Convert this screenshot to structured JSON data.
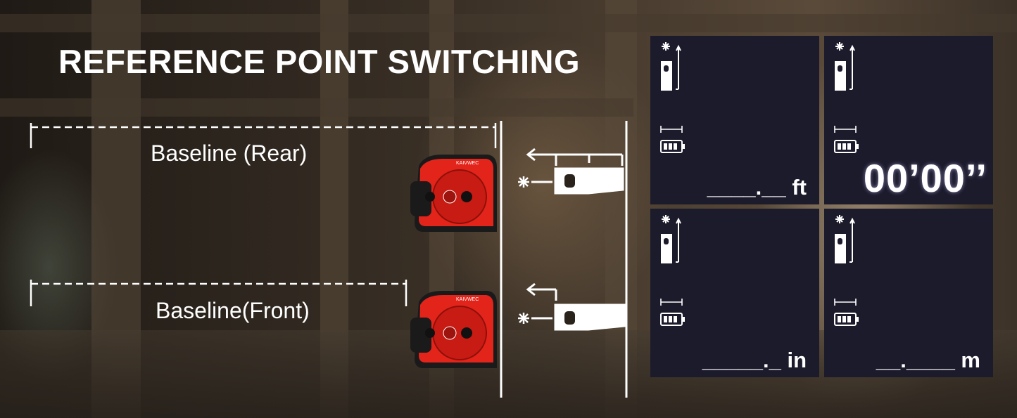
{
  "title": "REFERENCE POINT SWITCHING",
  "baselines": {
    "rear": "Baseline (Rear)",
    "front": "Baseline(Front)"
  },
  "displays": [
    {
      "reading": "____.__ ft"
    },
    {
      "reading": "00’00’’"
    },
    {
      "reading": "_____._ in"
    },
    {
      "reading": "__.____ m"
    }
  ],
  "device": {
    "brand": "KAIVWEC"
  },
  "icons": [
    "laser-icon",
    "device-icon",
    "range-icon",
    "battery-icon",
    "arrow-icon"
  ],
  "colors": {
    "lcd_background": "#1c1b2c",
    "device_red": "#e3241b",
    "text": "#ffffff"
  }
}
